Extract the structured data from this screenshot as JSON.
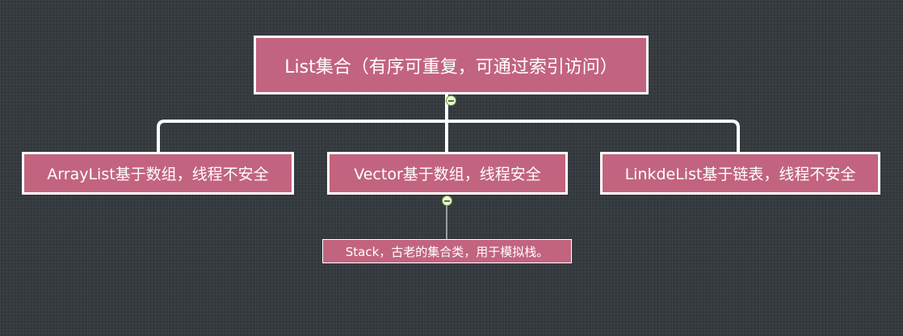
{
  "root": {
    "label": "List集合（有序可重复，可通过索引访问）"
  },
  "children": [
    {
      "label": "ArrayList基于数组，线程不安全"
    },
    {
      "label": "Vector基于数组，线程安全"
    },
    {
      "label": "LinkdeList基于链表，线程不安全"
    }
  ],
  "vector_child": {
    "label": "Stack，古老的集合类，用于模拟栈。"
  },
  "colors": {
    "background": "#33383d",
    "node_fill": "#c2647f",
    "node_border": "#ffffff",
    "connector": "#ffffff",
    "collapse_fill": "#eef6d8",
    "collapse_border": "#6a9a3a"
  },
  "icons": {
    "collapse": "collapse-minus-icon"
  }
}
